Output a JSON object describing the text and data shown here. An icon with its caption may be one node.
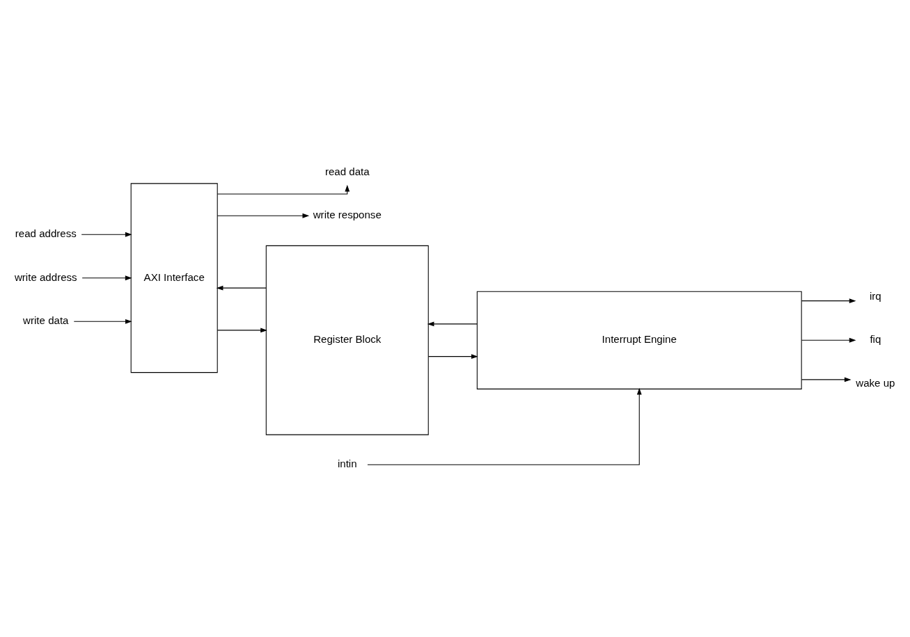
{
  "diagram": {
    "nodes": [
      {
        "text": [
          "read address"
        ]
      },
      {
        "text": [
          "read data"
        ]
      },
      {
        "text": [
          "write address"
        ]
      },
      {
        "text": [
          "write data"
        ]
      },
      {
        "text": [
          "write response"
        ]
      },
      {
        "text": [
          "AXI Interface"
        ]
      },
      {
        "text": [
          "Register Block"
        ]
      },
      {
        "text": [
          "intin"
        ]
      },
      {
        "text": [
          "Interrupt Engine"
        ]
      },
      {
        "text": [
          "irq"
        ]
      },
      {
        "text": [
          "fiq"
        ]
      },
      {
        "text": [
          "wake up"
        ]
      }
    ],
    "edges": [
      {
        "from": 0,
        "to": 5,
        "arrow": "to"
      },
      {
        "from": 5,
        "to": 1,
        "arrow": "to"
      },
      {
        "from": 2,
        "to": 5,
        "arrow": "to"
      },
      {
        "from": 3,
        "to": 5,
        "arrow": "to"
      },
      {
        "from": 5,
        "to": 4,
        "arrow": "to"
      },
      {
        "from": 5,
        "to": 6,
        "arrow": "to"
      },
      {
        "from": 6,
        "to": 5,
        "arrow": "to"
      },
      {
        "from": 6,
        "to": 8,
        "arrow": "to"
      },
      {
        "from": 8,
        "to": 6,
        "arrow": "to"
      },
      {
        "from": 7,
        "to": 8,
        "arrow": "to"
      },
      {
        "from": 8,
        "to": 9,
        "arrow": "to"
      },
      {
        "from": 8,
        "to": 10,
        "arrow": "to"
      },
      {
        "from": 8,
        "to": 11,
        "arrow": "to"
      }
    ]
  }
}
